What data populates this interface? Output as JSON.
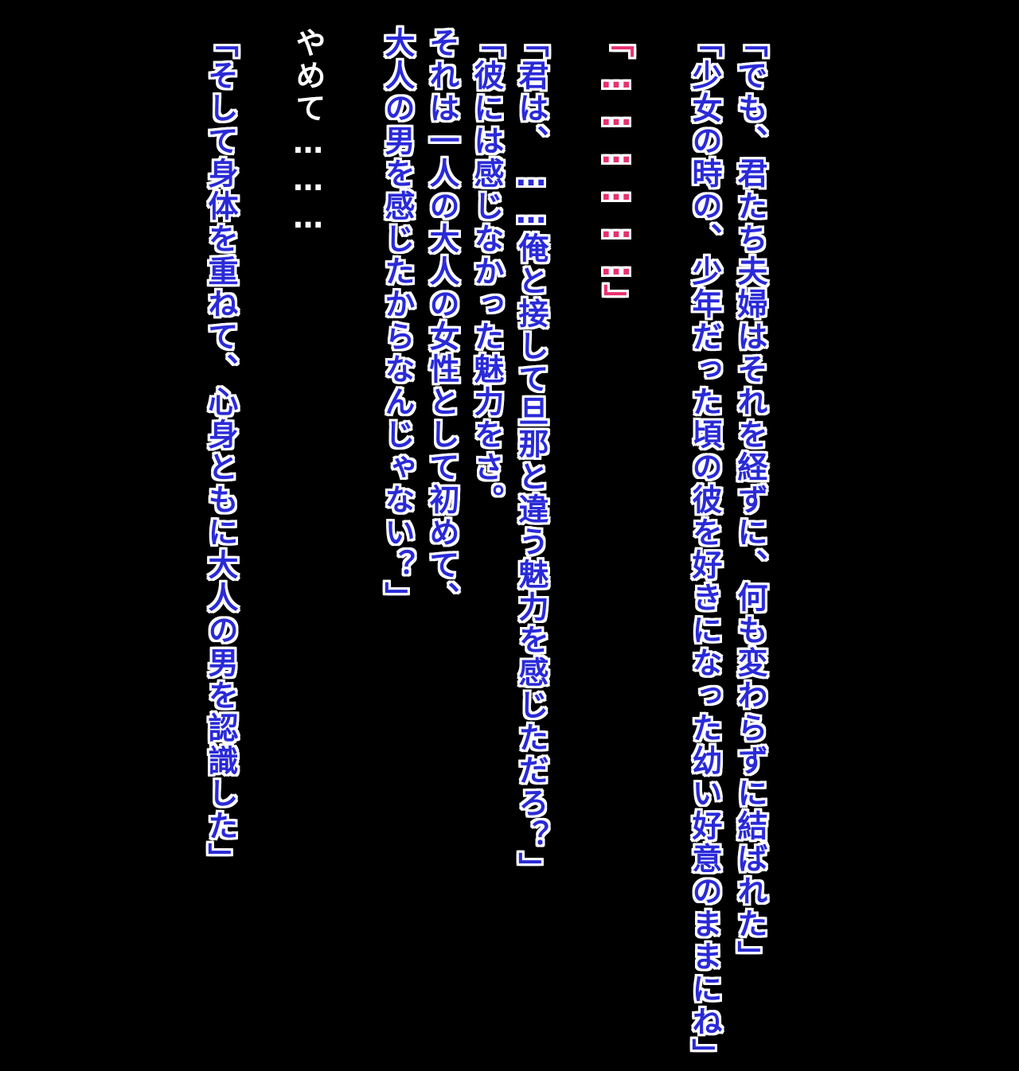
{
  "scene": {
    "lines": [
      "「でも、君たち夫婦はそれを経ずに、何も変わらずに結ばれた」",
      "「少女の時の、少年だった頃の彼を好きになった幼い好意のままにね」",
      "「………………」",
      "「君は、……俺と接して旦那と違う魅力を感じただろ？」",
      "「彼には感じなかった魅力をさ。",
      "それは一人の大人の女性として初めて、",
      "大人の男を感じたからなんじゃない？」",
      "やめて………",
      "「そして身体を重ねて、心身ともに大人の男を認識した」"
    ],
    "colors": {
      "background": "#000000",
      "text": "#2a2ad8",
      "outline": "#ffffff",
      "heroine": "#e8306e",
      "thought": "#ffffff"
    }
  }
}
